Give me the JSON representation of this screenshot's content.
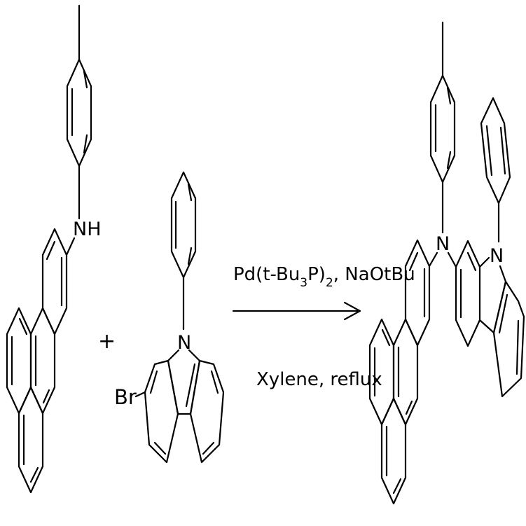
{
  "reaction": {
    "reactant1": {
      "amine_label": "NH"
    },
    "plus_sign": "+",
    "reactant2": {
      "bromo_label": "Br",
      "nitrogen_label": "N"
    },
    "conditions": {
      "reagent_line": {
        "pd": "Pd(t-Bu",
        "sub3": "3",
        "p": "P)",
        "sub2": "2",
        "rest": ", NaOtBu"
      },
      "solvent_line": "Xylene, reflux"
    },
    "product": {
      "amine_n_label": "N",
      "carbazole_n_label": "N"
    }
  }
}
